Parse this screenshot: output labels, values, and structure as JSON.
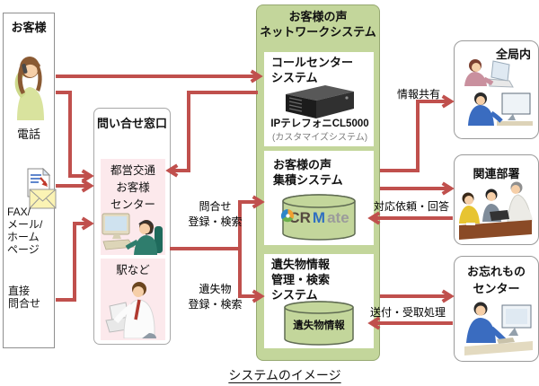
{
  "caption": "システムのイメージ",
  "customer_panel": {
    "title": "お客様",
    "phone_label": "電話",
    "fax_label": "FAX/\nメール/\nホーム\nページ",
    "direct_label": "直接\n問合せ"
  },
  "inquiry_panel": {
    "title": "問い合せ窓口",
    "center_box": "都営交通\nお客様\nセンター",
    "station_box": "駅など"
  },
  "network_panel": {
    "title": "お客様の声\nネットワークシステム",
    "call_center": {
      "title": "コールセンター\nシステム",
      "product": "IPテレフォニCL5000",
      "product_sub": "(カスタマイズシステム)"
    },
    "voice_system": {
      "title": "お客様の声\n集積システム",
      "crmate_p1": "CR",
      "crmate_p2": "M",
      "crmate_p3": "ate"
    },
    "lost_system": {
      "title": "遺失物情報\n管理・検索\nシステム",
      "db_label": "遺失物情報"
    }
  },
  "right_panels": {
    "all_bureau": "全局内",
    "related": "関連部署",
    "lostfound": "お忘れもの\nセンター"
  },
  "arrow_labels": {
    "share": "情報共有",
    "respond": "対応依頼・回答",
    "send": "送付・受取処理",
    "inquiry": "問合せ\n登録・検索",
    "lost": "遺失物\n登録・検索"
  },
  "colors": {
    "arrow": "#c0504d",
    "panel_green": "#c3d69b",
    "panel_green_border": "#96a871",
    "panel_pink": "#fce9ec"
  }
}
